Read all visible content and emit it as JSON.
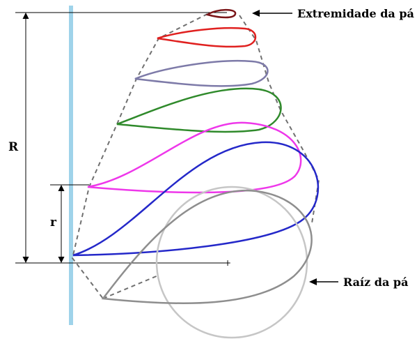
{
  "labels": {
    "R": "R",
    "r": "r",
    "tip": "Extremidade da pá",
    "root": "Raíz da pá"
  },
  "colors": {
    "shaft": "#9fd3ea",
    "section_tip": "#7a1518",
    "section_red": "#e0201f",
    "section_purple": "#7d7aa8",
    "section_green": "#2f8a2b",
    "section_magenta": "#ee37ea",
    "section_blue": "#2428c9",
    "section_gray": "#8e8e8e",
    "root_circle": "#c6c6c6",
    "dashed_outline": "#707070",
    "lines": "#000000"
  }
}
